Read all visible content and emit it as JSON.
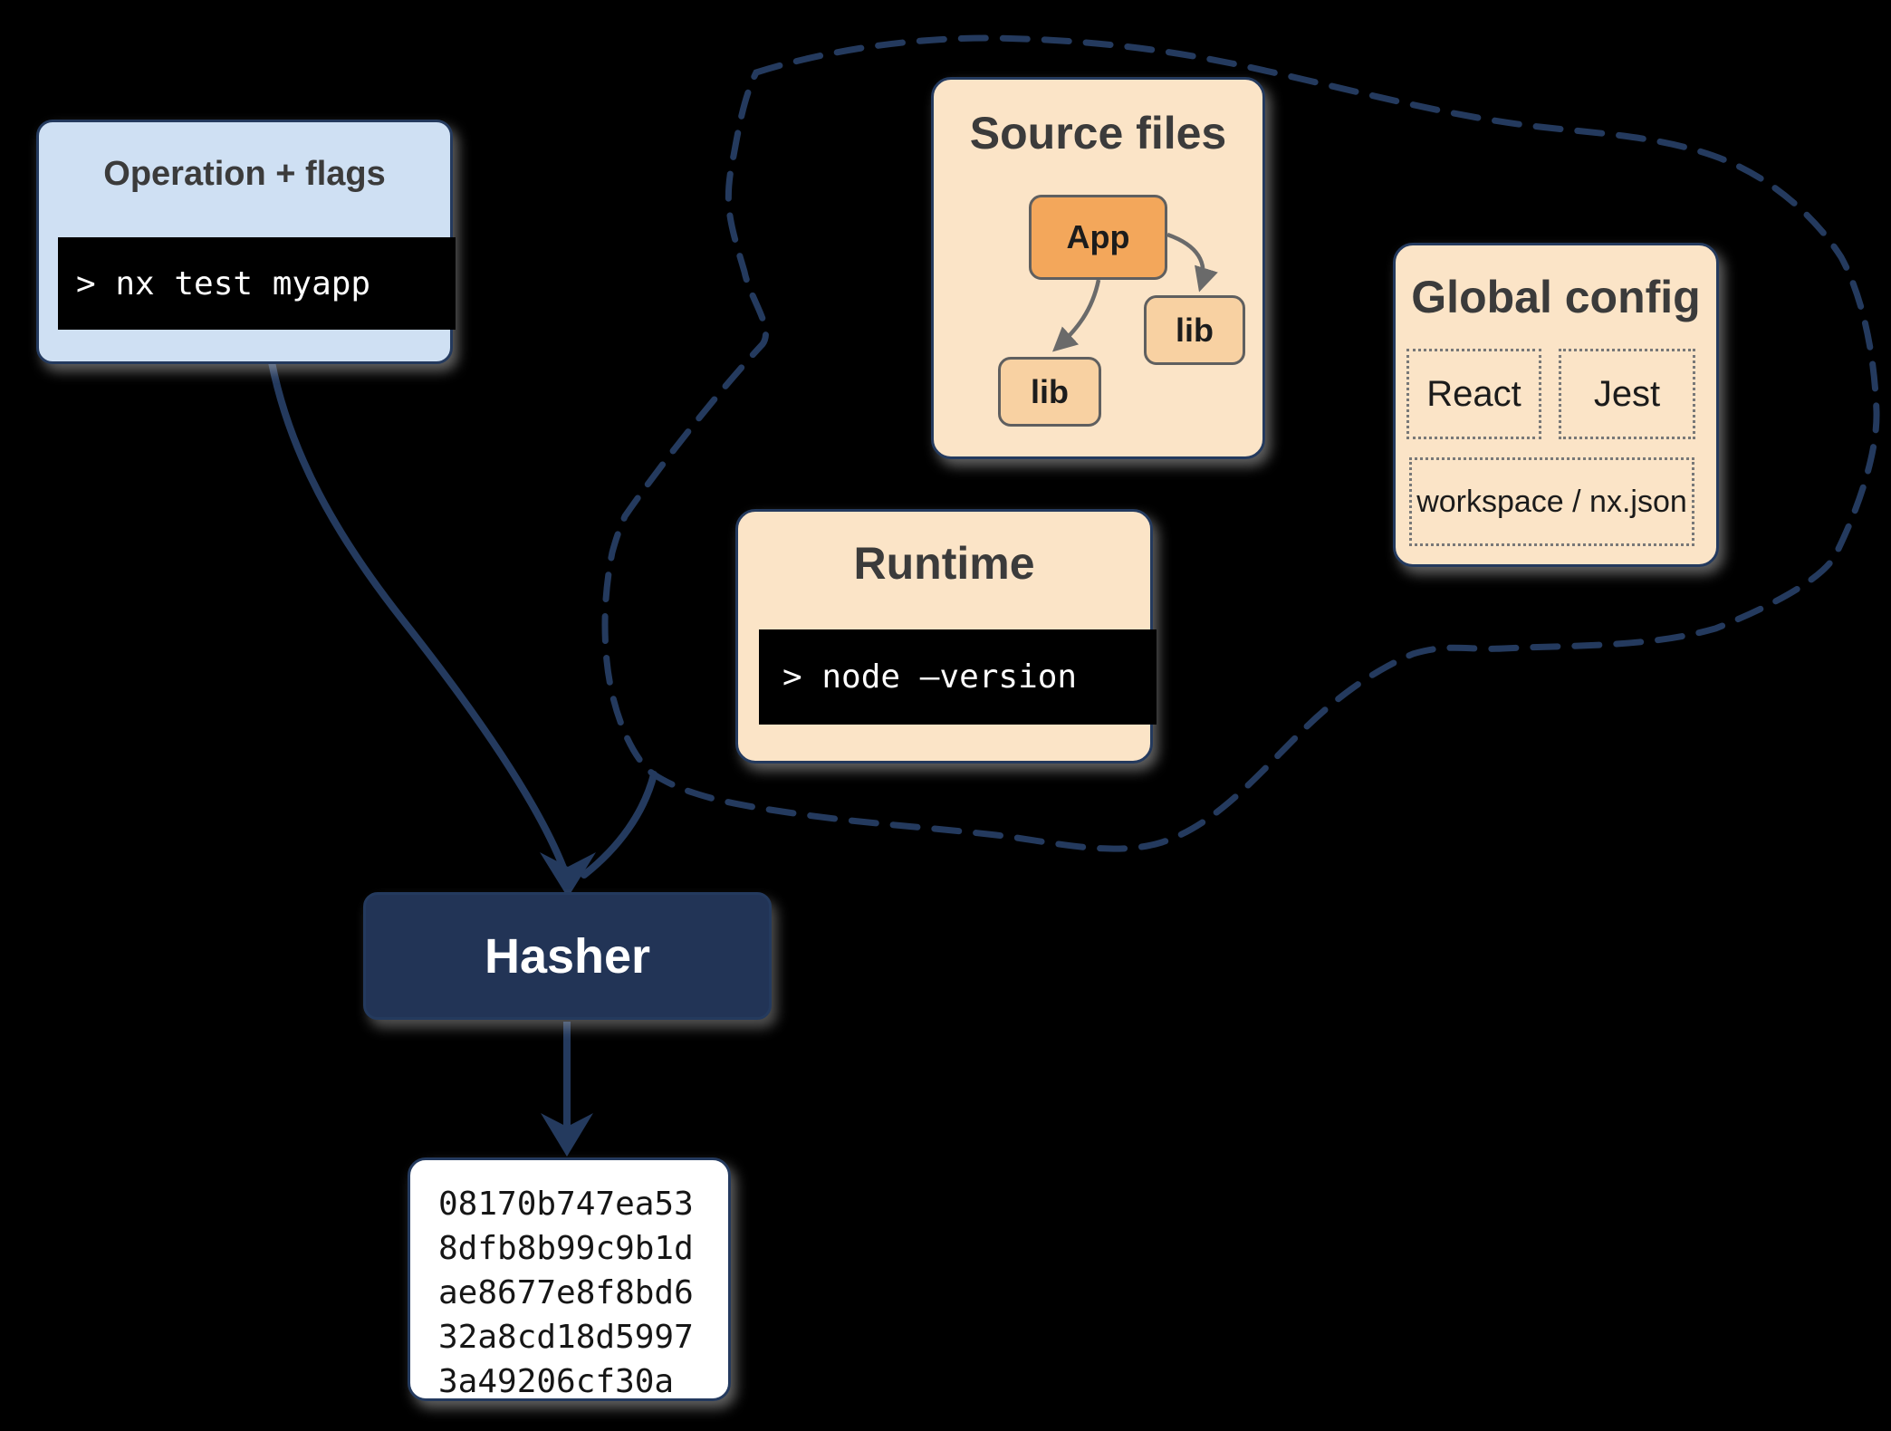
{
  "diagram": {
    "operation": {
      "title": "Operation + flags",
      "command": "> nx test myapp"
    },
    "cloud": {
      "source_files": {
        "title": "Source files",
        "nodes": {
          "app": "App",
          "lib1": "lib",
          "lib2": "lib"
        }
      },
      "global_config": {
        "title": "Global config",
        "items": [
          "React",
          "Jest",
          "workspace / nx.json"
        ]
      },
      "runtime": {
        "title": "Runtime",
        "command": "> node –version"
      }
    },
    "hasher": {
      "label": "Hasher"
    },
    "hash_output": {
      "lines": [
        "08170b747ea53",
        "8dfb8b99c9b1d",
        "ae8677e8f8bd6",
        "32a8cd18d5997",
        "3a49206cf30a"
      ]
    },
    "colors": {
      "navy": "#243a5e",
      "light_blue": "#cfe0f3",
      "peach": "#fbe4c7",
      "app_orange": "#f3a75b",
      "lib_orange": "#f8d1a2",
      "hasher_bg": "#223456",
      "terminal_bg": "#000000",
      "terminal_text": "#ffffff",
      "title_text": "#3b3b3b",
      "node_border": "#5f5f5f",
      "gray_arrow": "#6a6a6a"
    }
  }
}
